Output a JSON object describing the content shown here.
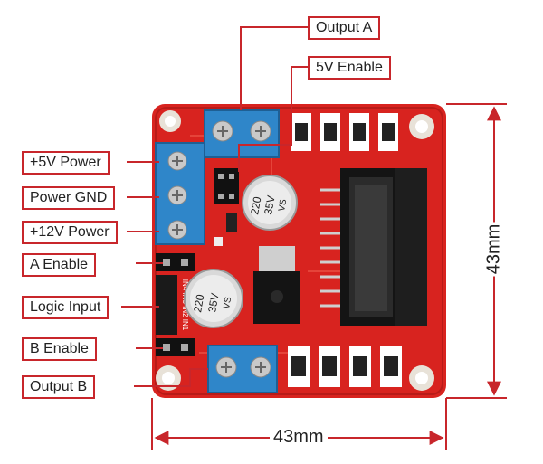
{
  "labels": {
    "output_a": "Output A",
    "enable_5v": "5V Enable",
    "power_5v": "+5V Power",
    "power_gnd": "Power GND",
    "power_12v": "+12V Power",
    "a_enable": "A Enable",
    "logic_input": "Logic Input",
    "b_enable": "B Enable",
    "output_b": "Output B"
  },
  "dimensions": {
    "width": "43mm",
    "height": "43mm"
  },
  "component_text": {
    "cap_top": [
      "220",
      "35V",
      "VS"
    ],
    "cap_bottom": [
      "220",
      "35V",
      "VS"
    ],
    "pin_labels": "IN4 IN3 IN2 IN1"
  },
  "colors": {
    "board": "#d8231f",
    "terminal": "#2f86c9",
    "callout_border": "#c8262b",
    "leader": "#c8262b",
    "dimension": "#c8262b"
  }
}
